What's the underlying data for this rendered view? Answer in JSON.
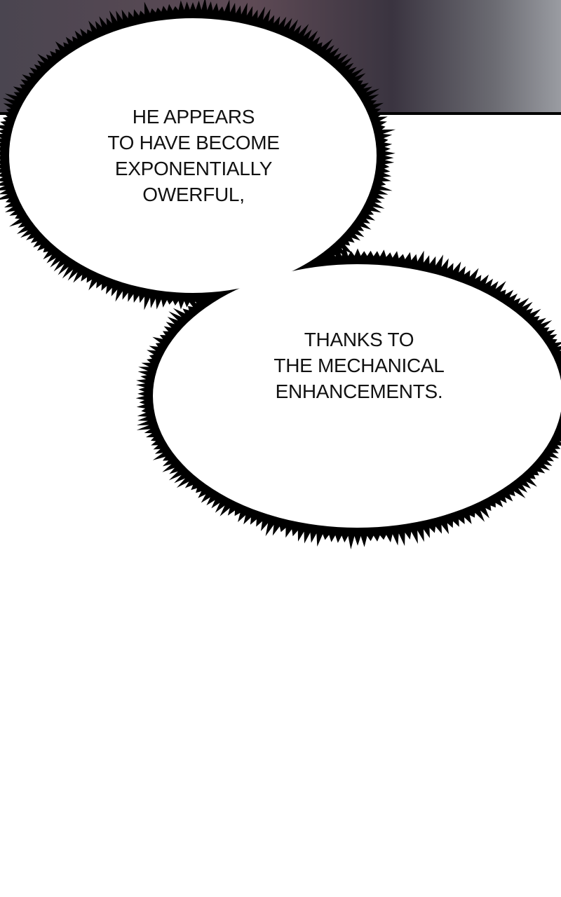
{
  "bubble_1": {
    "lines": [
      "HE APPEARS",
      "TO HAVE BECOME",
      "EXPONENTIALLY",
      "OWERFUL,"
    ]
  },
  "bubble_2": {
    "lines": [
      "THANKS TO",
      "THE MECHANICAL",
      "ENHANCEMENTS."
    ]
  },
  "colors": {
    "panel_dark": "#3a3440",
    "panel_mauve": "#5e4a55",
    "panel_grey": "#8a8c92",
    "ink": "#000000"
  }
}
